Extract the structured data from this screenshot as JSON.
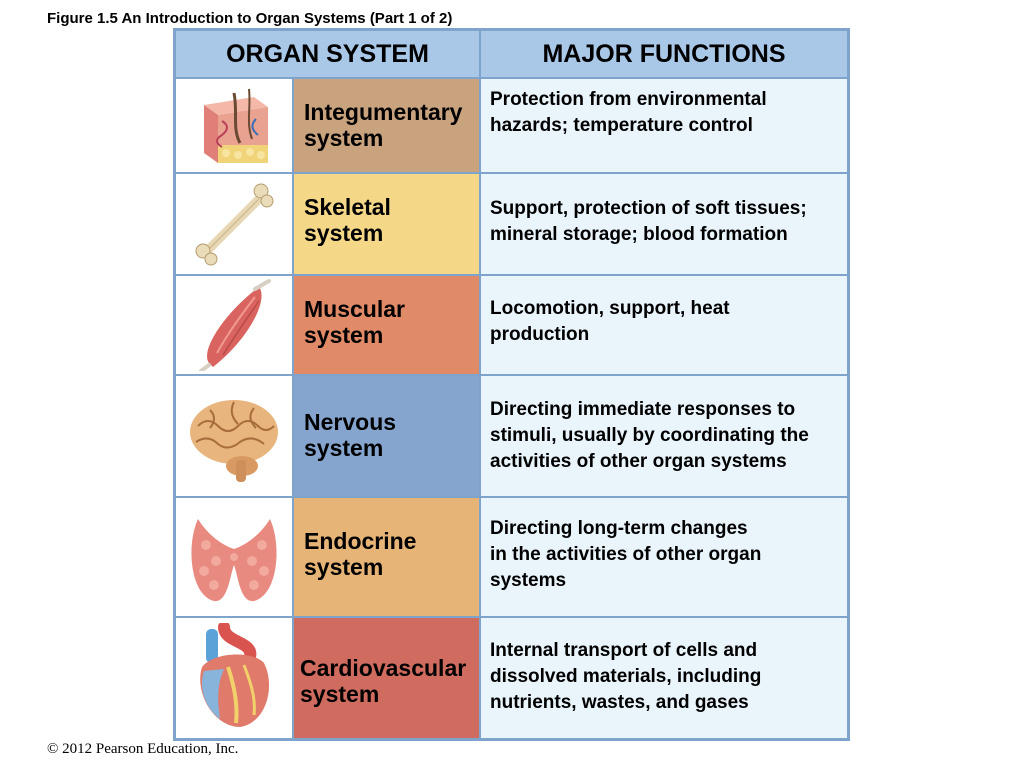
{
  "figure_title": "Figure 1.5  An Introduction to Organ Systems (Part 1 of 2)",
  "header": {
    "organ_system": "ORGAN SYSTEM",
    "major_functions": "MAJOR FUNCTIONS"
  },
  "rows": [
    {
      "icon": "skin-icon",
      "name": "Integumentary\nsystem",
      "functions": "Protection from environmental\nhazards; temperature control",
      "color": "#c9a27e"
    },
    {
      "icon": "bone-icon",
      "name": "Skeletal\nsystem",
      "functions": "Support, protection of soft tissues;\nmineral storage; blood formation",
      "color": "#f4d888"
    },
    {
      "icon": "muscle-icon",
      "name": "Muscular\nsystem",
      "functions": "Locomotion, support, heat\nproduction",
      "color": "#e08a68"
    },
    {
      "icon": "brain-icon",
      "name": "Nervous\nsystem",
      "functions": "Directing immediate responses to\nstimuli, usually by coordinating the\nactivities of other organ systems",
      "color": "#85a5cf"
    },
    {
      "icon": "thyroid-icon",
      "name": "Endocrine\nsystem",
      "functions": "Directing long-term changes\nin the activities of other organ\nsystems",
      "color": "#e7b477"
    },
    {
      "icon": "heart-icon",
      "name": "Cardiovascular\nsystem",
      "functions": "Internal transport of cells and\ndissolved materials, including\nnutrients, wastes, and gases",
      "color": "#cf6b5f"
    }
  ],
  "copyright": "© 2012 Pearson Education, Inc."
}
